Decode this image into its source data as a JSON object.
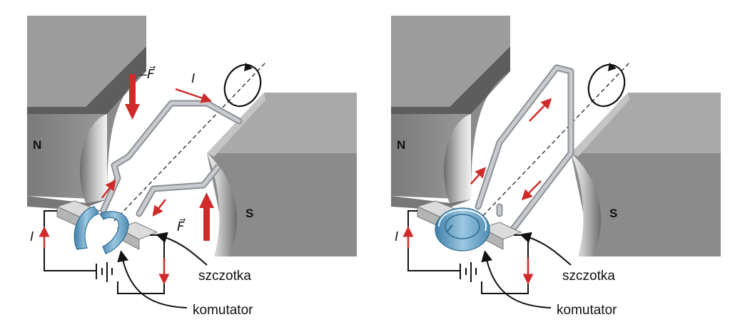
{
  "colors": {
    "magnet_face": "#8e8e8e",
    "magnet_top": "#a9a9a9",
    "magnet_dark": "#5f5f5f",
    "wire": "#b9bcc0",
    "force_arrow": "#d02b2b",
    "commutator": "#6ea7c9",
    "brush": "#cfcfcf"
  },
  "panels": [
    {
      "north_label": "N",
      "south_label": "S",
      "current_label": "I",
      "loop_current_label": "I",
      "force_label": "F⃗",
      "neg_force_label": "–F⃗",
      "brush_label": "szczotka",
      "commutator_label": "komutator"
    },
    {
      "north_label": "N",
      "south_label": "S",
      "current_label": "I",
      "brush_label": "szczotka",
      "commutator_label": "komutator"
    }
  ]
}
